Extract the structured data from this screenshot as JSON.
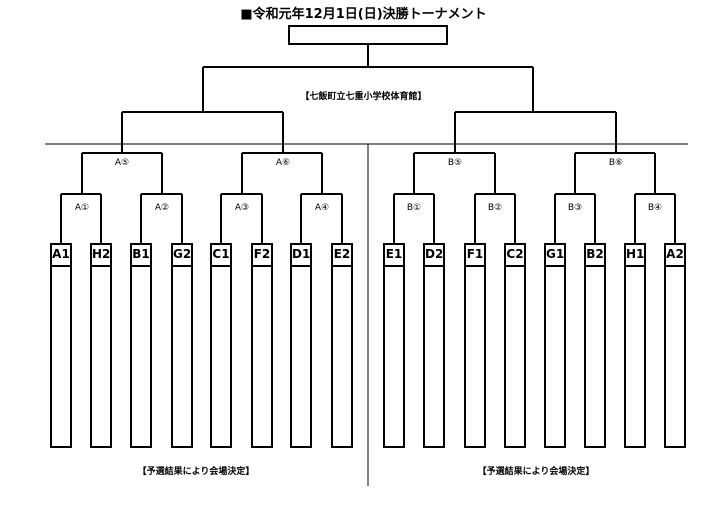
{
  "title": "■令和元年12月1日(日)決勝トーナメント",
  "venue": "【七飯町立七重小学校体育館】",
  "left_note": "【予選結果により会場決定】",
  "right_note": "【予選結果により会場決定】",
  "semis": [
    "A⑤",
    "A⑥",
    "B⑤",
    "B⑥"
  ],
  "quarters": [
    "A①",
    "A②",
    "A③",
    "A④",
    "B①",
    "B②",
    "B③",
    "B④"
  ],
  "teams": [
    "A1",
    "H2",
    "B1",
    "G2",
    "C1",
    "F2",
    "D1",
    "E2",
    "E1",
    "D2",
    "F1",
    "C2",
    "G1",
    "B2",
    "H1",
    "A2"
  ]
}
